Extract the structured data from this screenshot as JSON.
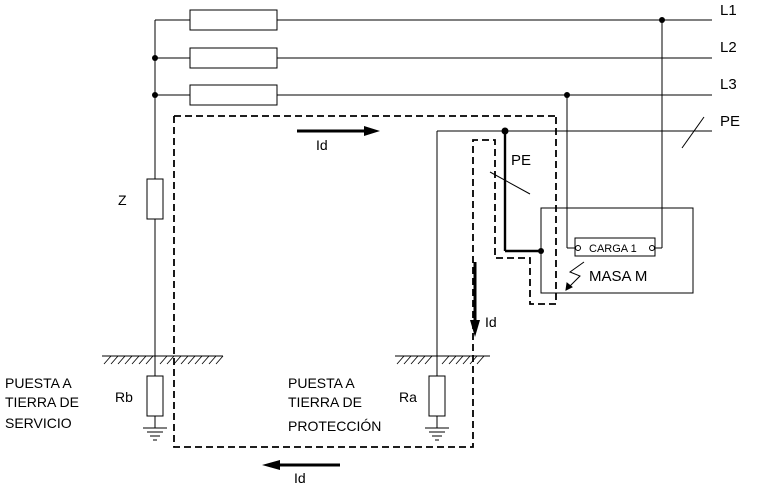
{
  "lines": {
    "l1": "L1",
    "l2": "L2",
    "l3": "L3",
    "pe": "PE"
  },
  "impedance": "Z",
  "pe_conductor": "PE",
  "current": "Id",
  "load": "CARGA 1",
  "mass": "MASA M",
  "service_ground": {
    "resistor": "Rb",
    "line1": "PUESTA A",
    "line2": "TIERRA DE",
    "line3": "SERVICIO"
  },
  "protection_ground": {
    "resistor": "Ra",
    "line1": "PUESTA A",
    "line2": "TIERRA DE",
    "line3": "PROTECCIÓN"
  }
}
